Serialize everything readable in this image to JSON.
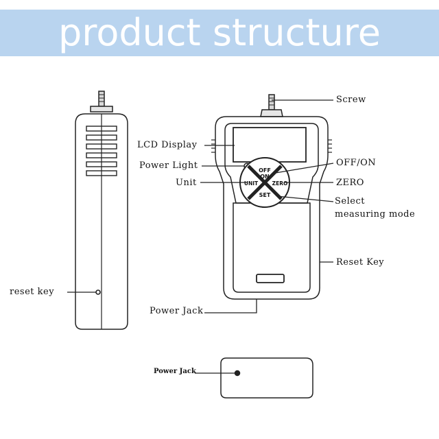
{
  "banner": {
    "title": "product structure",
    "background": "#b9d4ef",
    "text_color": "#ffffff"
  },
  "buttons": {
    "off": "OFF",
    "on": "ON",
    "unit": "UNIT",
    "zero": "ZERO",
    "set": "SET"
  },
  "labels": {
    "screw": "Screw",
    "lcd_display": "LCD Display",
    "power_light": "Power Light",
    "off_on": "OFF/ON",
    "unit": "Unit",
    "zero": "ZERO",
    "select_line1": "Select",
    "select_line2": "measuring mode",
    "reset_key_right": "Reset Key",
    "power_jack": "Power Jack",
    "reset_key_left": "reset key",
    "power_jack_bottom": "Power Jack"
  }
}
